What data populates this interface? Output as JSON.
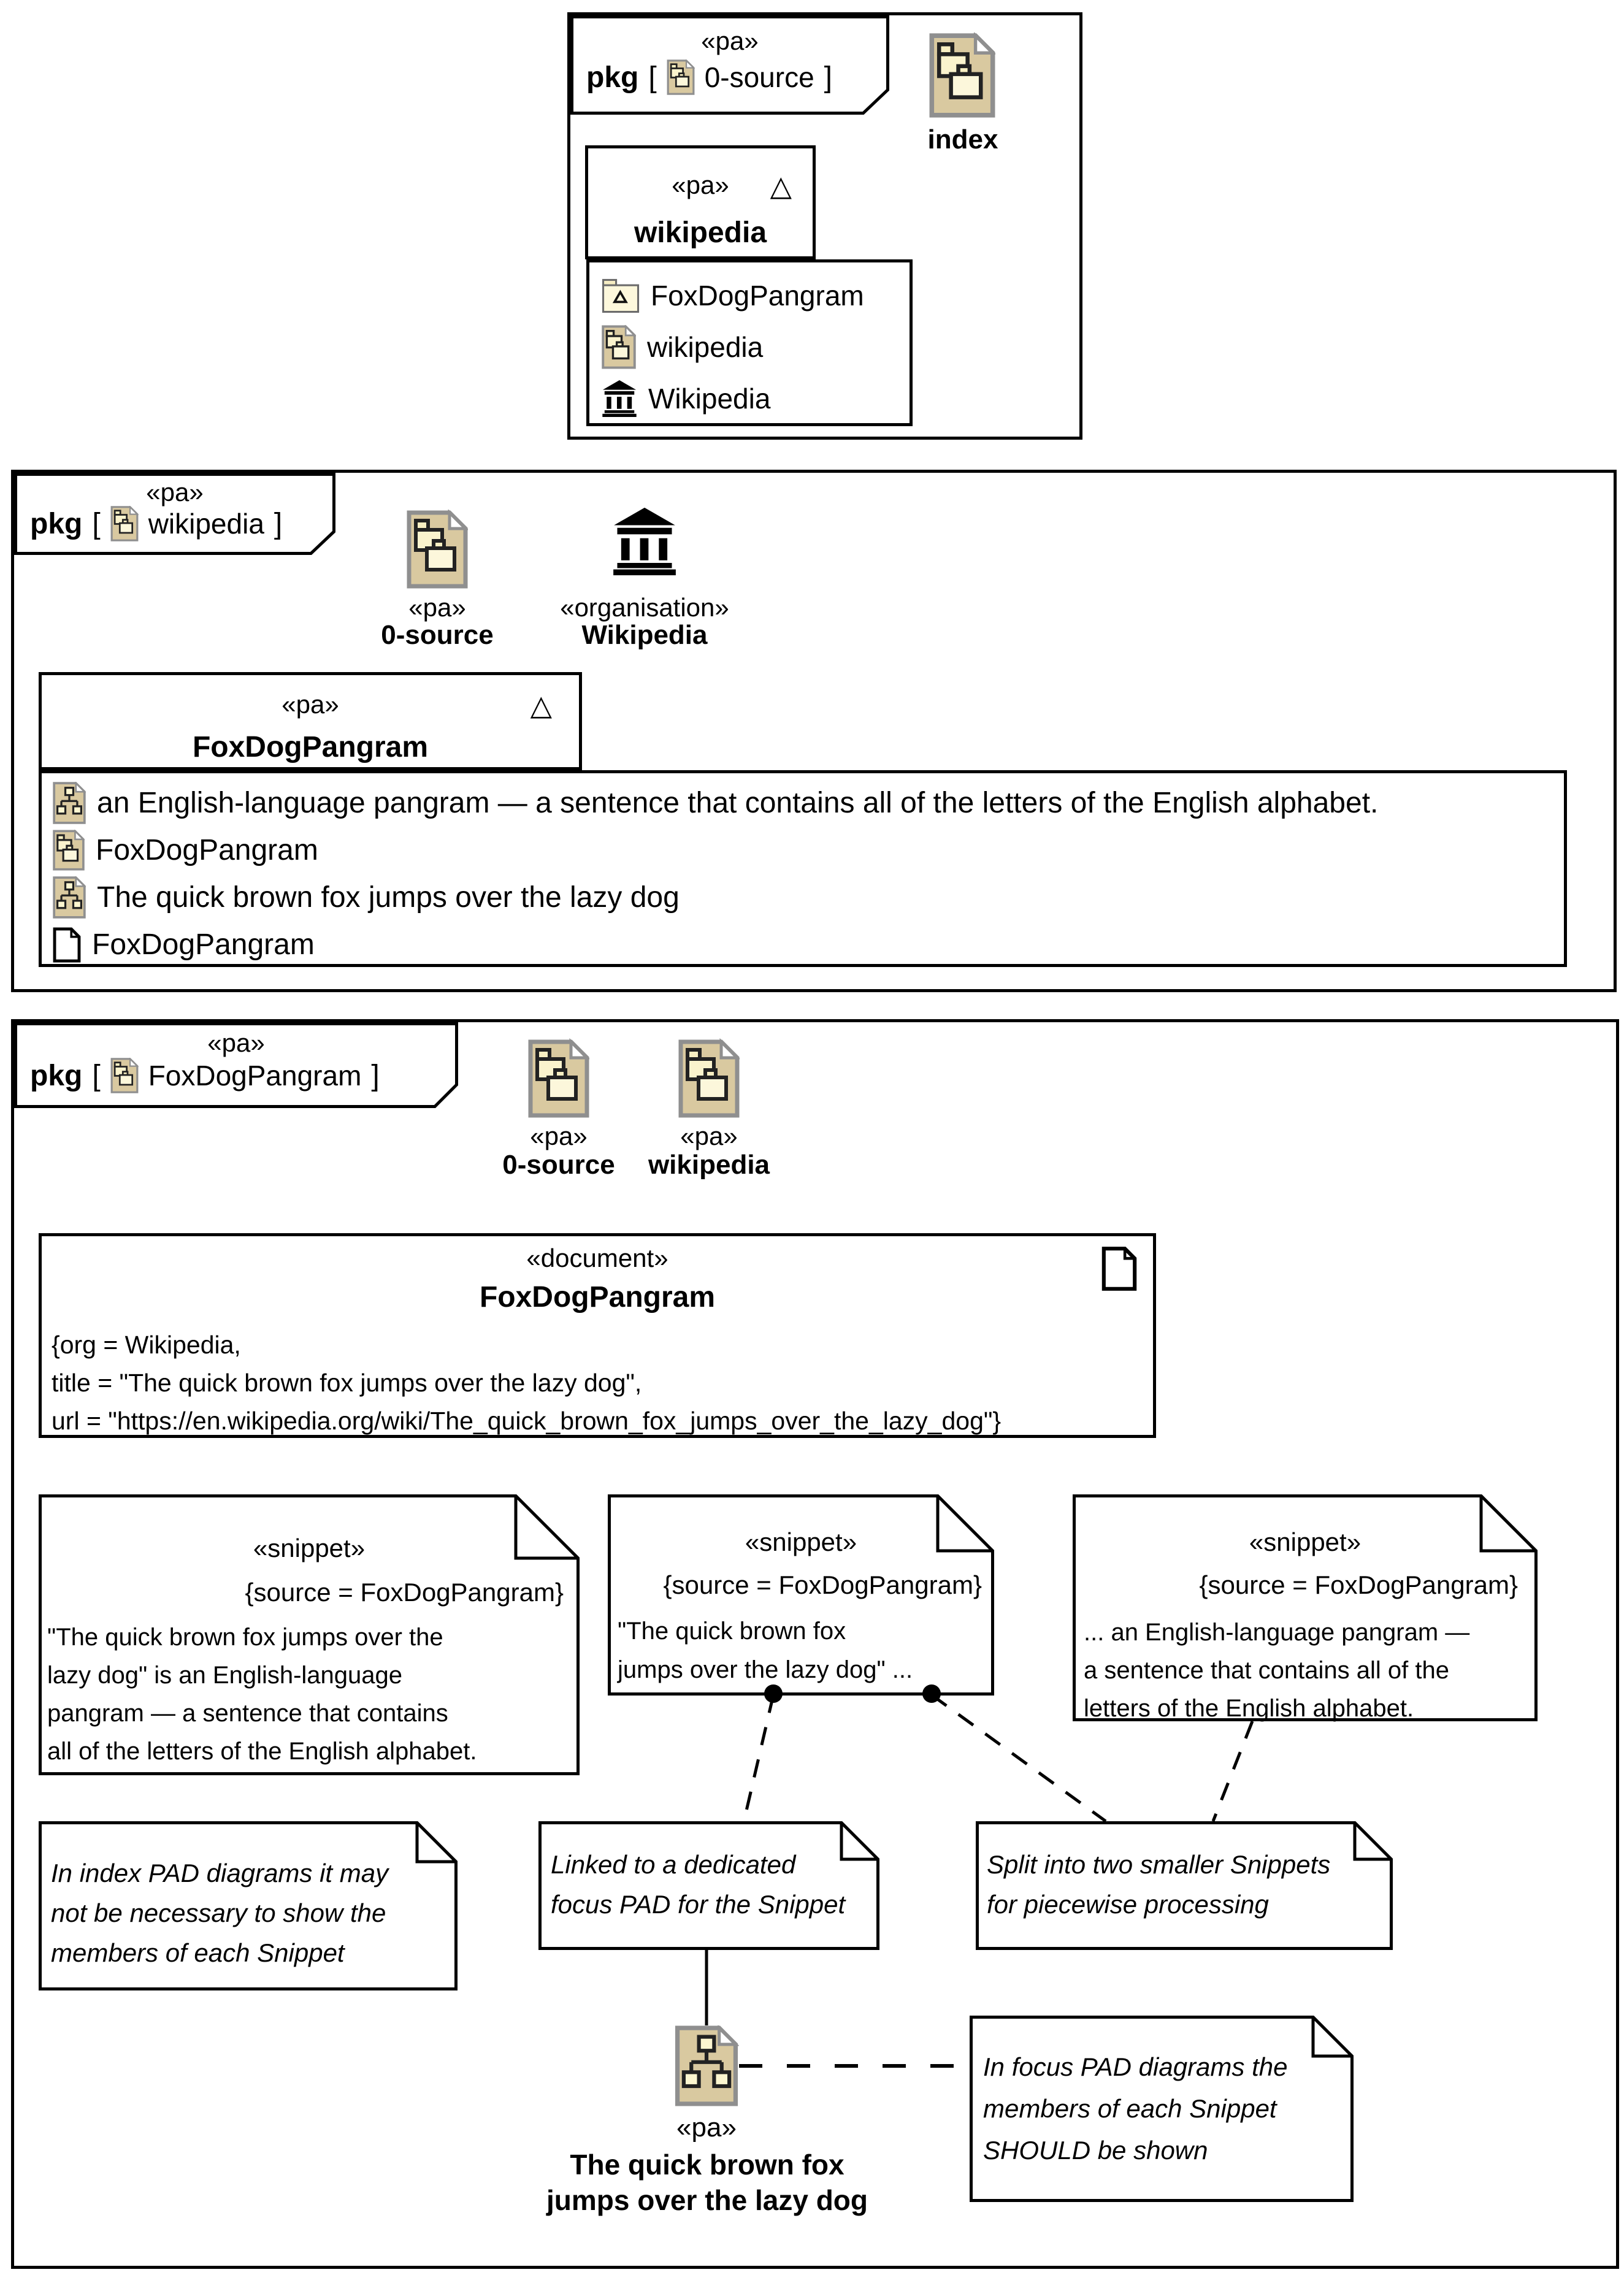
{
  "colors": {
    "icon_document_fill": "#d9c9a0",
    "icon_inner_fill": "#faf3c8",
    "icon_border": "#8f8f8f",
    "ink": "#000000",
    "background": "#ffffff"
  },
  "frame_0source": {
    "tab": {
      "stereotype": "«pa»",
      "keyword": "pkg",
      "open": "[",
      "close": "]",
      "name": "0-source"
    },
    "index_label": "index",
    "package_wikipedia": {
      "stereotype": "«pa»",
      "marker": "△",
      "name": "wikipedia",
      "members": [
        {
          "icon": "package-folder-icon",
          "label": "FoxDogPangram"
        },
        {
          "icon": "pa-document-icon",
          "label": "wikipedia"
        },
        {
          "icon": "organisation-icon",
          "label": "Wikipedia"
        }
      ]
    }
  },
  "frame_wikipedia": {
    "tab": {
      "stereotype": "«pa»",
      "keyword": "pkg",
      "open": "[",
      "close": "]",
      "name": "wikipedia"
    },
    "free_elements": [
      {
        "stereotype": "«pa»",
        "name": "0-source"
      },
      {
        "stereotype": "«organisation»",
        "name": "Wikipedia"
      }
    ],
    "package_foxdogpangram": {
      "stereotype": "«pa»",
      "marker": "△",
      "name": "FoxDogPangram",
      "members": [
        {
          "icon": "snippet-icon",
          "label": "an English-language pangram — a sentence that contains all of the letters of the English alphabet."
        },
        {
          "icon": "pa-document-icon",
          "label": "FoxDogPangram"
        },
        {
          "icon": "snippet-icon",
          "label": "The quick brown fox jumps over the lazy dog"
        },
        {
          "icon": "document-icon",
          "label": "FoxDogPangram"
        }
      ]
    }
  },
  "frame_foxdogpangram": {
    "tab": {
      "stereotype": "«pa»",
      "keyword": "pkg",
      "open": "[",
      "close": "]",
      "name": "FoxDogPangram"
    },
    "free_elements": [
      {
        "stereotype": "«pa»",
        "name": "0-source"
      },
      {
        "stereotype": "«pa»",
        "name": "wikipedia"
      }
    ],
    "document_box": {
      "stereotype": "«document»",
      "name": "FoxDogPangram",
      "attr_lines": [
        "{org = Wikipedia,",
        "title = \"The quick brown fox jumps over the lazy dog\",",
        "url = \"https://en.wikipedia.org/wiki/The_quick_brown_fox_jumps_over_the_lazy_dog\"}"
      ]
    },
    "snippets": [
      {
        "stereotype": "«snippet»",
        "source": "{source = FoxDogPangram}",
        "lines": [
          "\"The quick brown fox jumps over the",
          "lazy dog\" is an English-language",
          "pangram — a sentence that contains",
          "all of the letters of the English alphabet."
        ]
      },
      {
        "stereotype": "«snippet»",
        "source": "{source = FoxDogPangram}",
        "lines": [
          "\"The quick brown fox",
          "jumps over the lazy dog\" ..."
        ]
      },
      {
        "stereotype": "«snippet»",
        "source": "{source = FoxDogPangram}",
        "lines": [
          "... an English-language pangram —",
          "a sentence that contains all of the",
          "letters of the English alphabet."
        ]
      }
    ],
    "comments": [
      {
        "lines": [
          "In index PAD diagrams it may",
          "not be necessary to show the",
          "members of each Snippet"
        ]
      },
      {
        "lines": [
          "Linked to a dedicated",
          "focus PAD for the Snippet"
        ]
      },
      {
        "lines": [
          "Split into two smaller Snippets",
          "for piecewise processing"
        ]
      },
      {
        "lines": [
          "In focus PAD diagrams the",
          "members of each Snippet",
          "SHOULD be shown"
        ]
      }
    ],
    "focus_package": {
      "stereotype": "«pa»",
      "label_lines": [
        "The quick brown fox",
        "jumps over the lazy dog"
      ]
    }
  }
}
